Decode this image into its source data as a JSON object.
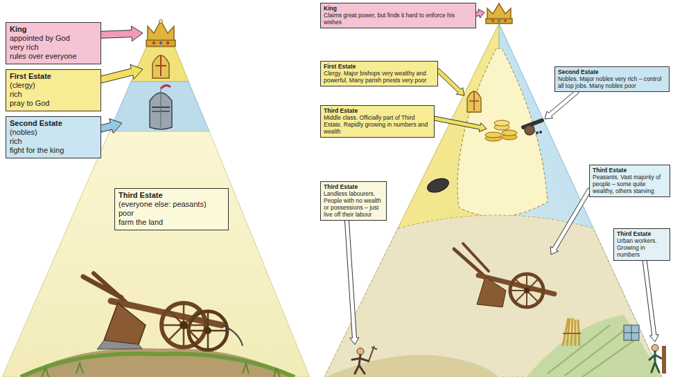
{
  "diagram": {
    "nodes": [
      {
        "text": [
          "King",
          "appointed by God",
          "very rich",
          "rules over everyone"
        ]
      },
      {
        "text": [
          "First Estate",
          "(clergy)",
          "rich",
          "pray to God"
        ]
      },
      {
        "text": [
          "Second Estate",
          "(nobles)",
          "rich",
          "fight for the king"
        ]
      },
      {
        "text": [
          "Third Estate",
          "(everyone else: peasants)",
          "poor",
          "farm the land"
        ]
      },
      {
        "text": [
          "King",
          "Claims great power, but finds it hard to enforce his wishes"
        ]
      },
      {
        "text": [
          "First Estate",
          "Clergy. Major bishops very wealthy and powerful. Many parish priests very poor"
        ]
      },
      {
        "text": [
          "Second Estate",
          "Nobles. Major nobles very rich – control all top jobs. Many nobles poor"
        ]
      },
      {
        "text": [
          "Third Estate",
          "Middle class. Officially part of Third Estate. Rapidly growing in numbers and wealth"
        ]
      },
      {
        "text": [
          "Third Estate",
          "Peasants. Vast majority of people – some quite wealthy, others starving"
        ]
      },
      {
        "text": [
          "Third Estate",
          "Landless labourers. People with no wealth or possessions – just live off their labour"
        ]
      },
      {
        "text": [
          "Third Estate",
          "Urban workers. Growing in numbers"
        ]
      }
    ]
  }
}
